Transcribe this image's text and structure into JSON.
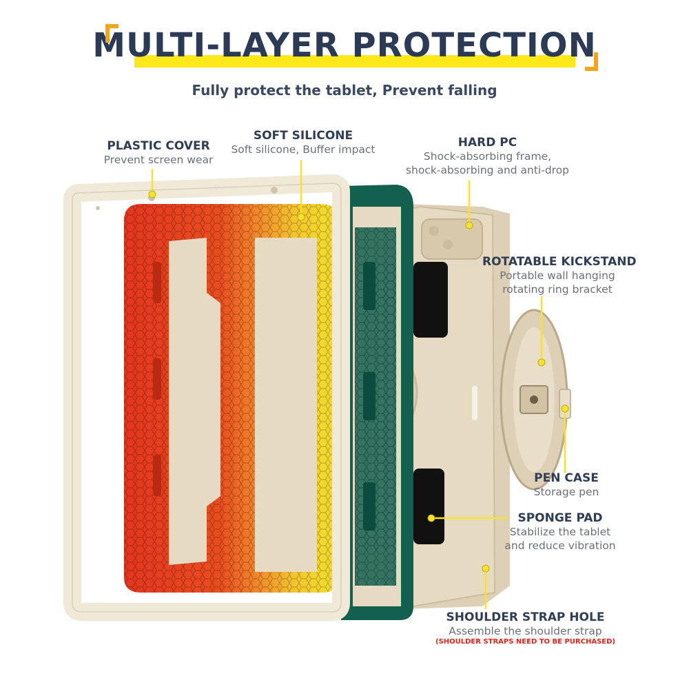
{
  "header": {
    "title": "MULTI-LAYER PROTECTION",
    "subtitle": "Fully protect the tablet, Prevent falling"
  },
  "labels": {
    "plastic_cover": {
      "title": "PLASTIC COVER",
      "desc": "Prevent screen wear"
    },
    "soft_silicone": {
      "title": "SOFT SILICONE",
      "desc": "Soft silicone, Buffer impact"
    },
    "hard_pc": {
      "title": "HARD PC",
      "desc_line1": "Shock-absorbing frame,",
      "desc_line2": "shock-absorbing and anti-drop"
    },
    "kickstand": {
      "title": "ROTATABLE KICKSTAND",
      "desc_line1": "Portable wall hanging",
      "desc_line2": "rotating ring bracket"
    },
    "pen_case": {
      "title": "PEN CASE",
      "desc": "Storage pen"
    },
    "sponge_pad": {
      "title": "SPONGE PAD",
      "desc_line1": "Stabilize the tablet",
      "desc_line2": "and reduce vibration"
    },
    "shoulder_strap": {
      "title": "SHOULDER STRAP HOLE",
      "desc": "Assemble the shoulder strap",
      "note": "(SHOULDER STRAPS NEED TO BE PURCHASED)"
    }
  },
  "colors": {
    "accent_yellow": "#fde91a",
    "navy": "#2b3a55",
    "cream": "#f1e9d8",
    "beige": "#ddd0b6",
    "red": "#e4351f",
    "orange": "#f07f2a",
    "yellow": "#f1d92c",
    "green": "#13604f"
  }
}
